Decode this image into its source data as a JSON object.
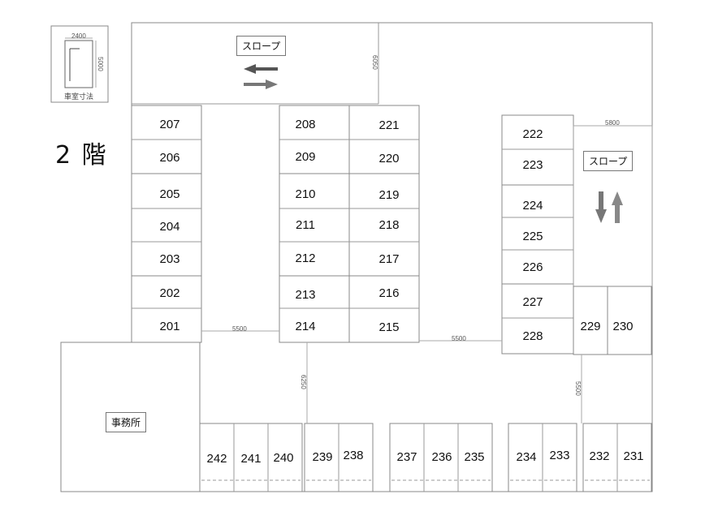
{
  "floor_title": "2 階",
  "legend": {
    "caption": "車室寸法",
    "width_dim": "2400",
    "length_dim": "5000"
  },
  "labels": {
    "slope_top": "スロープ",
    "slope_right": "スロープ",
    "office": "事務所"
  },
  "dimensions": {
    "top_gap": "6050",
    "right_top": "5800",
    "aisle_left": "5500",
    "aisle_mid": "5500",
    "aisle_vertical": "6250",
    "aisle_right_vertical": "5500"
  },
  "slots": {
    "201": "201",
    "202": "202",
    "203": "203",
    "204": "204",
    "205": "205",
    "206": "206",
    "207": "207",
    "208": "208",
    "209": "209",
    "210": "210",
    "211": "211",
    "212": "212",
    "213": "213",
    "214": "214",
    "215": "215",
    "216": "216",
    "217": "217",
    "218": "218",
    "219": "219",
    "220": "220",
    "221": "221",
    "222": "222",
    "223": "223",
    "224": "224",
    "225": "225",
    "226": "226",
    "227": "227",
    "228": "228",
    "229": "229",
    "230": "230",
    "231": "231",
    "232": "232",
    "233": "233",
    "234": "234",
    "235": "235",
    "236": "236",
    "237": "237",
    "238": "238",
    "239": "239",
    "240": "240",
    "241": "241",
    "242": "242"
  }
}
